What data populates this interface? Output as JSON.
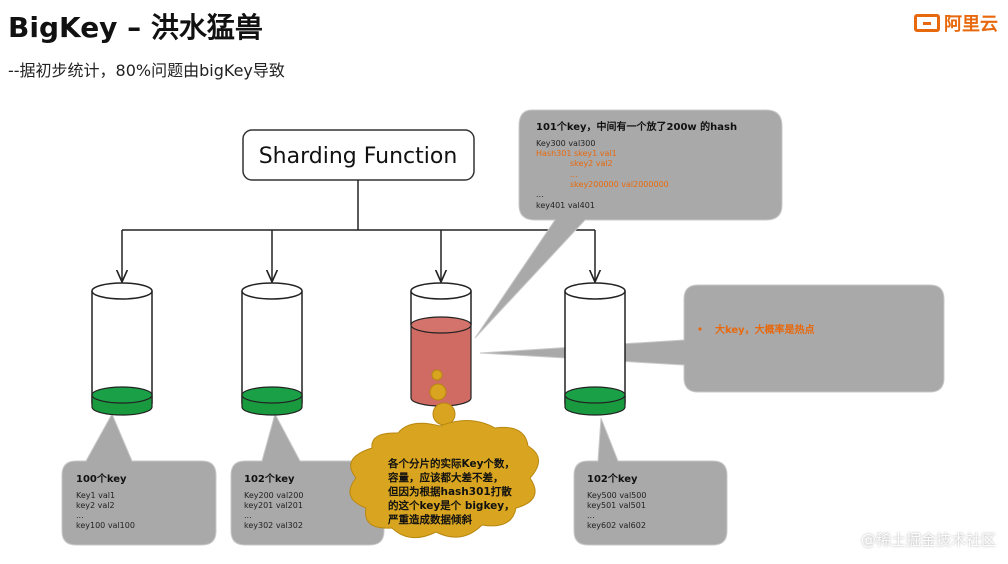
{
  "title": "BigKey – 洪水猛兽",
  "subtitle": "--据初步统计，80%问题由bigKey导致",
  "logo_text": "阿里云",
  "sharding_function": "Sharding Function",
  "shards": [
    {
      "title": "100个key",
      "lines": [
        "Key1 val1",
        "key2 val2",
        "...",
        "key100 val100"
      ]
    },
    {
      "title": "102个key",
      "lines": [
        "Key200 val200",
        "key201 val201",
        "...",
        "key302 val302"
      ]
    },
    {
      "title": "101个key，中间有一个放了200w 的hash",
      "lines": [
        "Key300 val300",
        "Hash301 skey1  val1",
        "skey2 val2",
        "...",
        "skey200000 val2000000",
        "...",
        "key401 val401"
      ]
    },
    {
      "title": "102个key",
      "lines": [
        "Key500 val500",
        "key501 val501",
        "...",
        "key602 val602"
      ]
    }
  ],
  "hot_note": "大key，大概率是热点",
  "cloud_text": [
    "各个分片的实际Key个数，",
    "容量，应该都大差不差，",
    "但因为根据hash301打散",
    "的这个key是个 bigkey，",
    "严重造成数据倾斜"
  ],
  "watermark": "@稀土掘金技术社区",
  "colors": {
    "green": "#1a9a3f",
    "red": "#cf6b63",
    "orange": "#e8690d",
    "callout": "#a9a9a9",
    "cloud": "#d9a520"
  }
}
